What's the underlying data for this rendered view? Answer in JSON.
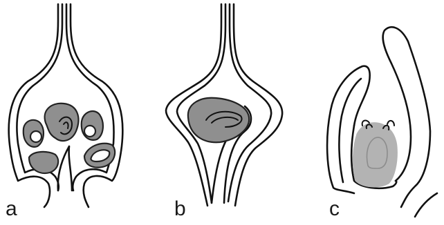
{
  "panels": [
    {
      "label": "a"
    },
    {
      "label": "b"
    },
    {
      "label": "c"
    }
  ],
  "colors": {
    "outline": "#111111",
    "structure_dark": "#8f8f8f",
    "structure_light": "#b3b3b3",
    "background": "#ffffff"
  }
}
